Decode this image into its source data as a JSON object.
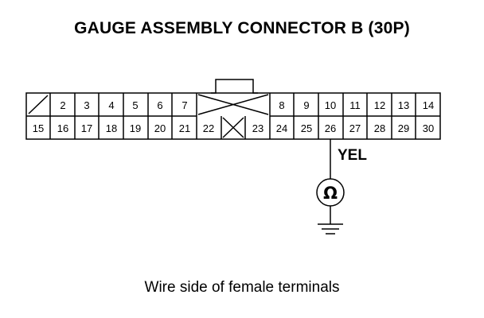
{
  "title": "GAUGE ASSEMBLY CONNECTOR B (30P)",
  "caption": "Wire side of female terminals",
  "connector": {
    "top_row": [
      "",
      "2",
      "3",
      "4",
      "5",
      "6",
      "7",
      "",
      "8",
      "9",
      "10",
      "11",
      "12",
      "13",
      "14"
    ],
    "bottom_row": [
      "15",
      "16",
      "17",
      "18",
      "19",
      "20",
      "21",
      "22",
      "",
      "23",
      "24",
      "25",
      "26",
      "27",
      "28",
      "29",
      "30"
    ]
  },
  "probe": {
    "terminal": "26",
    "wire_color": "YEL",
    "meter_symbol": "Ω"
  }
}
